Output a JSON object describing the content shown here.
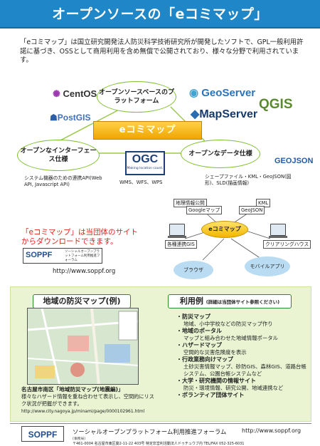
{
  "header": {
    "title": "オープンソースの「eコミマップ」"
  },
  "intro": "「eコミマップ」は国立研究開発法人防災科学技術研究所が開発したソフトで、GPL一般利用許諾に基づき、OSSとして商用利用を含め無償で公開されており、様々な分野で利用されています。",
  "diagram": {
    "center": "eコミマップ",
    "ellipse_top": "オープンソースベースのプラットフォーム",
    "ellipse_left": "オープンなインターフェース仕様",
    "ellipse_right": "オープンなデータ仕様",
    "logos": {
      "centos": "CentOS",
      "postgis": "PostGIS",
      "geoserver": "GeoServer",
      "qgis": "QGIS",
      "mapserver": "MapServer",
      "geojson": "GEOJSON",
      "ogc": "OGC",
      "ogc_sub": "Making location count."
    },
    "left_caption": "システム機器のための連携API(Web API, Javascript API)",
    "ogc_caption": "WMS、WFS、WPS",
    "right_caption": "シェープファイル・KML・GeoJSON(図形)、SLD(描画情報)"
  },
  "download": {
    "text": "「eコミマップ」は当団体のサイトからダウンロードできます。",
    "soppf_logo": "SOPPF",
    "soppf_sub": "ソーシャルオープンプラットフォーム利用推進フォーラム",
    "url": "http://www.soppf.org"
  },
  "network": {
    "cloud": "eコミマップ",
    "geo_info": "地理情報公開",
    "google_map": "Googleマップ",
    "kml": "KML",
    "geojson": "GeoJSON",
    "other_apps": "各種連携GIS",
    "clearinghouse": "クリアリングハウス",
    "browser": "ブラウザ",
    "mobile_app": "モバイルアプリ"
  },
  "example": {
    "head": "地域の防災マップ(例)",
    "caption_title": "名古屋市南区「地域防災マップ(地震編)」",
    "caption_body": "様々なハザード情報を重ね合わせて表示し、空間的にリスク状況が把握ができます。",
    "caption_url": "http://www.city.nagoya.jp/minami/page/0000102961.html"
  },
  "uses": {
    "head": "利用例",
    "head_note": "(詳細は当団体サイト参照ください)",
    "items": [
      {
        "title": "防災マップ",
        "desc": "地域、小中学校などの防災マップ作り"
      },
      {
        "title": "地域のポータル",
        "desc": "マップと組み合わせた地域情報ポータル"
      },
      {
        "title": "ハザードマップ",
        "desc": "空間的な災害危険度を表示"
      },
      {
        "title": "行政業務向けマップ",
        "desc": "土砂災害情報マップ、砂防GIS、森林GIS、道路台帳システム、公園台帳システムなど"
      },
      {
        "title": "大学・研究機関の情報サイト",
        "desc": "防災・環境情報、研究公開、地域連携など"
      },
      {
        "title": "ボランティア団体サイト",
        "desc": ""
      }
    ]
  },
  "footer": {
    "logo": "SOPPF",
    "org": "ソーシャルオープンプラットフォーム利用推進フォーラム",
    "url": "http://www.soppf.org",
    "address": "〒461-0004 名古屋市東区葵2-11-22 403号 特定非営利活動法人ドゥチュウブ内 TEL/FAX 052-325-6031",
    "office": "(事務局)"
  },
  "colors": {
    "header": "#1f86c8",
    "accent": "#f0a500",
    "panel": "#eaf4d2",
    "red": "#e2231a"
  }
}
